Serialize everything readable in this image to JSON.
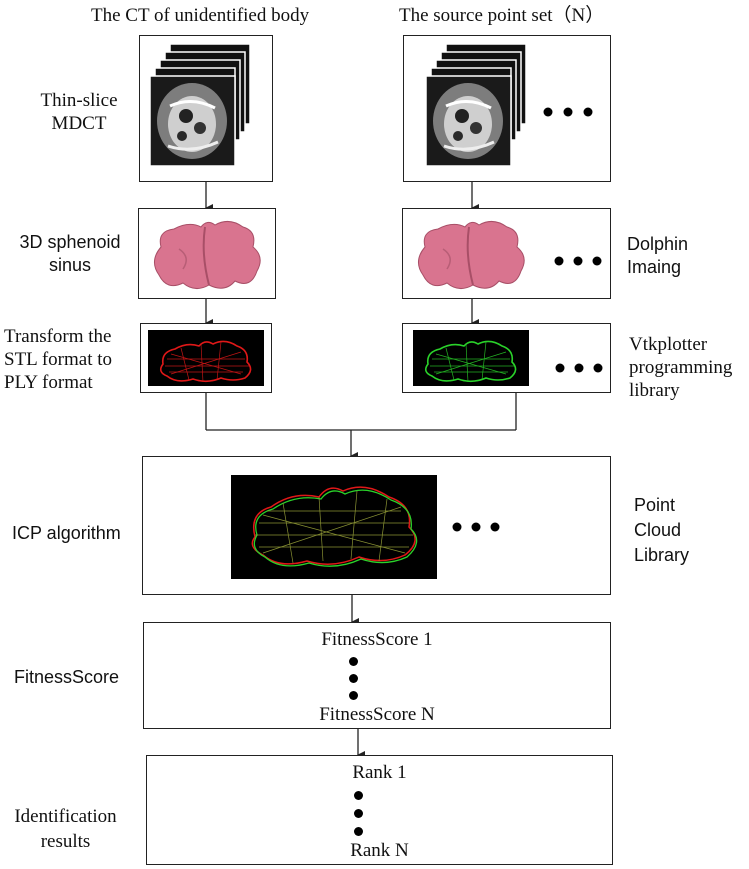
{
  "columns": {
    "left_title": "The CT of unidentified body",
    "right_title": "The source point set（N）"
  },
  "rows": {
    "ct": {
      "label_line1": "Thin-slice",
      "label_line2": "MDCT"
    },
    "sinus": {
      "label_line1": "3D sphenoid",
      "label_line2": "sinus",
      "tool_line1": "Dolphin",
      "tool_line2": "Imaing"
    },
    "convert": {
      "label_line1": "Transform the",
      "label_line2": "STL format to",
      "label_line3": "PLY format",
      "tool_line1": "Vtkplotter",
      "tool_line2": "programming",
      "tool_line3": "library"
    },
    "icp": {
      "label": "ICP algorithm",
      "tool_line1": "Point",
      "tool_line2": "Cloud",
      "tool_line3": "Library"
    },
    "fitness": {
      "label": "FitnessScore",
      "first": "FitnessScore 1",
      "last": "FitnessScore N"
    },
    "results": {
      "label_line1": "Identification",
      "label_line2": "results",
      "first": "Rank 1",
      "last": "Rank N"
    }
  },
  "colors": {
    "sinus": "#d9748f",
    "target_mesh": "#e01818",
    "source_mesh": "#2ad22a",
    "overlay_mesh": "#9aa33a",
    "line": "#222222"
  }
}
